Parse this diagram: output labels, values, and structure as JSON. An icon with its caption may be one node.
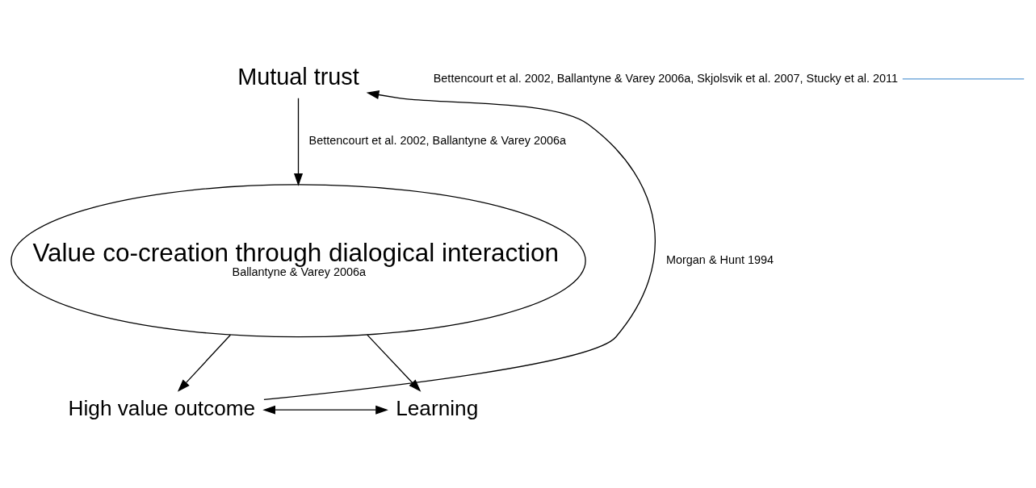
{
  "diagram": {
    "nodes": [
      {
        "text": [
          "Mutual trust"
        ]
      },
      {
        "text": [
          "Value co-creation through dialogical interaction",
          "Ballantyne & Varey 2006a"
        ]
      },
      {
        "text": [
          "High value outcome"
        ]
      },
      {
        "text": [
          "Learning"
        ]
      },
      {
        "text": [
          "Bettencourt et al. 2002, Ballantyne & Varey 2006a, Skjolsvik et al. 2007, Stucky et al. 2011"
        ]
      }
    ],
    "edges": [
      {
        "from": 0,
        "to": 1,
        "arrow": "to",
        "label": "Bettencourt et al. 2002, Ballantyne & Varey 2006a"
      },
      {
        "from": 1,
        "to": 2,
        "arrow": "to"
      },
      {
        "from": 1,
        "to": 3,
        "arrow": "to"
      },
      {
        "from": 2,
        "to": 3,
        "arrow": "both"
      },
      {
        "from": 2,
        "to": 0,
        "arrow": "to",
        "label": "Morgan & Hunt 1994"
      },
      {
        "from": 4,
        "to": null,
        "arrow": "none",
        "color": "#5b9bd5"
      }
    ]
  }
}
